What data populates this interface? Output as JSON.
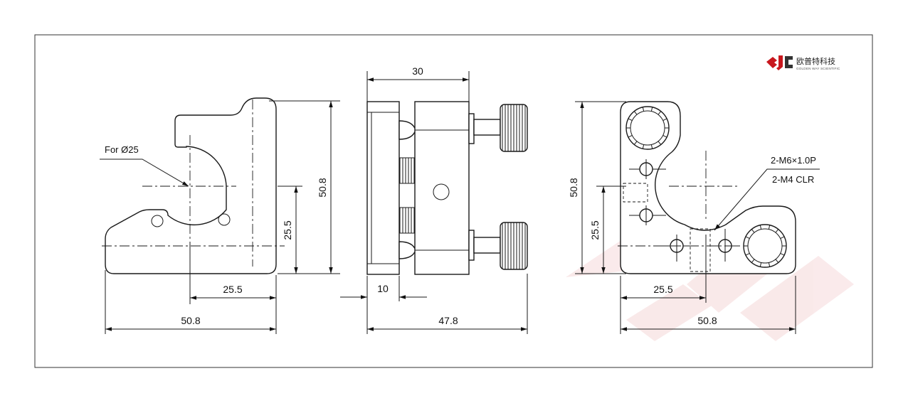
{
  "brand": {
    "name_cn": "欧普特科技",
    "name_en": "GOLDEN WAY SCIENTIFIC",
    "color_primary": "#c8171d",
    "color_secondary": "#333333"
  },
  "front_view": {
    "callout": "For Ø25",
    "dim_height": "50.8",
    "dim_center_height": "25.5",
    "dim_center_width": "25.5",
    "dim_width": "50.8"
  },
  "side_view": {
    "dim_top": "30",
    "dim_plate": "10",
    "dim_total": "47.8"
  },
  "rear_view": {
    "thread_note": "2-M6×1.0P",
    "clearance_note": "2-M4  CLR",
    "dim_height": "50.8",
    "dim_center_height": "25.5",
    "dim_center_width": "25.5",
    "dim_width": "50.8"
  }
}
